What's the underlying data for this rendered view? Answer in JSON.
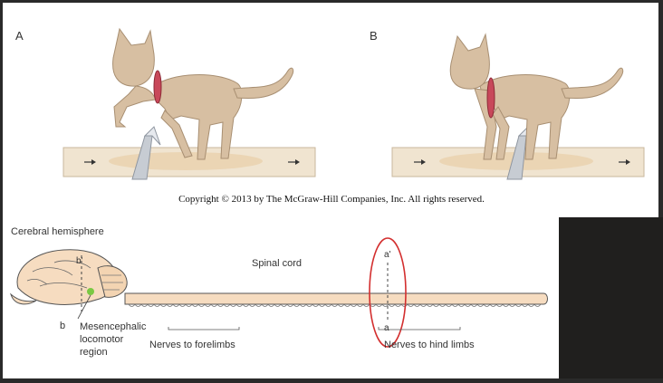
{
  "panels": [
    {
      "label": "A"
    },
    {
      "label": "B"
    }
  ],
  "copyright": "Copyright © 2013 by The McGraw-Hill Companies, Inc. All rights reserved.",
  "diagram": {
    "cerebral_hemisphere": "Cerebral hemisphere",
    "spinal_cord": "Spinal cord",
    "label_b_prime": "b'",
    "label_b": "b",
    "label_a_prime": "a'",
    "label_a": "a",
    "mesencephalic_line1": "Mesencephalic",
    "mesencephalic_line2": "locomotor",
    "mesencephalic_line3": "region",
    "nerves_forelimbs": "Nerves to forelimbs",
    "nerves_hindlimbs": "Nerves to hind limbs"
  },
  "colors": {
    "cat_fur": "#d7bfa2",
    "belt": "#f0e4d0",
    "cord": "#f6dcc0",
    "highlight_circle": "#d32f2f",
    "locomotor_dot": "#7ac943",
    "dark_frame": "#201f1e"
  }
}
